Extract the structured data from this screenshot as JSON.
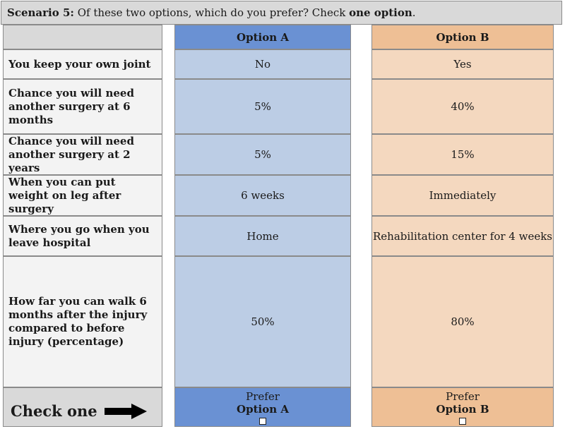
{
  "header": {
    "prefix": "Scenario 5:",
    "question": " Of these two options, which do you prefer? Check ",
    "emphasis": "one option",
    "suffix": "."
  },
  "columns": {
    "option_a": "Option A",
    "option_b": "Option B"
  },
  "rows": [
    {
      "label": "You keep your own joint",
      "a": "No",
      "b": "Yes"
    },
    {
      "label": "Chance you will need another surgery at 6 months",
      "a": "5%",
      "b": "40%"
    },
    {
      "label": "Chance you will need another surgery at 2 years",
      "a": "5%",
      "b": "15%"
    },
    {
      "label": "When you can put weight on leg after surgery",
      "a": "6 weeks",
      "b": "Immediately"
    },
    {
      "label": "Where you go when you leave hospital",
      "a": "Home",
      "b": "Rehabilitation center for 4 weeks"
    },
    {
      "label": "How far you can walk 6 months after the injury compared to before injury (percentage)",
      "a": "50%",
      "b": "80%"
    }
  ],
  "footer": {
    "label": "Check one",
    "arrow_icon": "right-arrow-icon",
    "option_a": {
      "prefer": "Prefer",
      "option": "Option A",
      "checked": false
    },
    "option_b": {
      "prefer": "Prefer",
      "option": "Option B",
      "checked": false
    }
  },
  "colors": {
    "option_a_header": "#6a91d3",
    "option_a_cell": "#bccde5",
    "option_b_header": "#eebf95",
    "option_b_cell": "#f4d8bf",
    "label_cell": "#f3f3f3",
    "gray_header": "#d9d9d9"
  }
}
